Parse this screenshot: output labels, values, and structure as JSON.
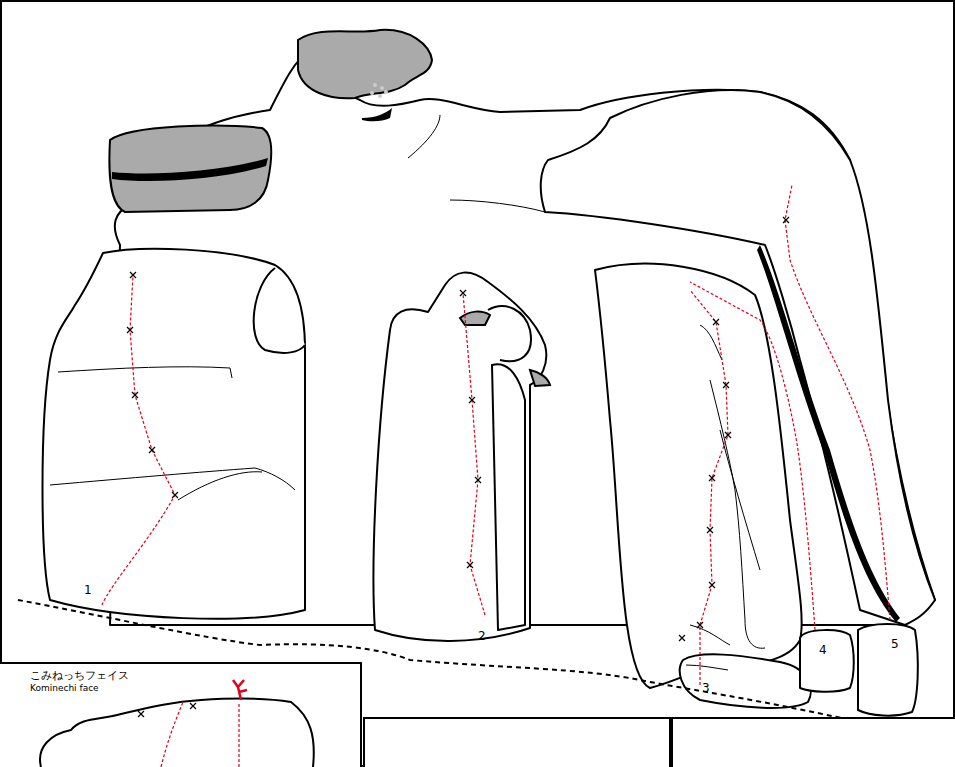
{
  "diagram": {
    "nodes": [
      {
        "text": [
          "こみねっちフェイス",
          "Kominechi face"
        ]
      }
    ],
    "labels": [
      "1",
      "2",
      "3",
      "4",
      "5"
    ]
  }
}
